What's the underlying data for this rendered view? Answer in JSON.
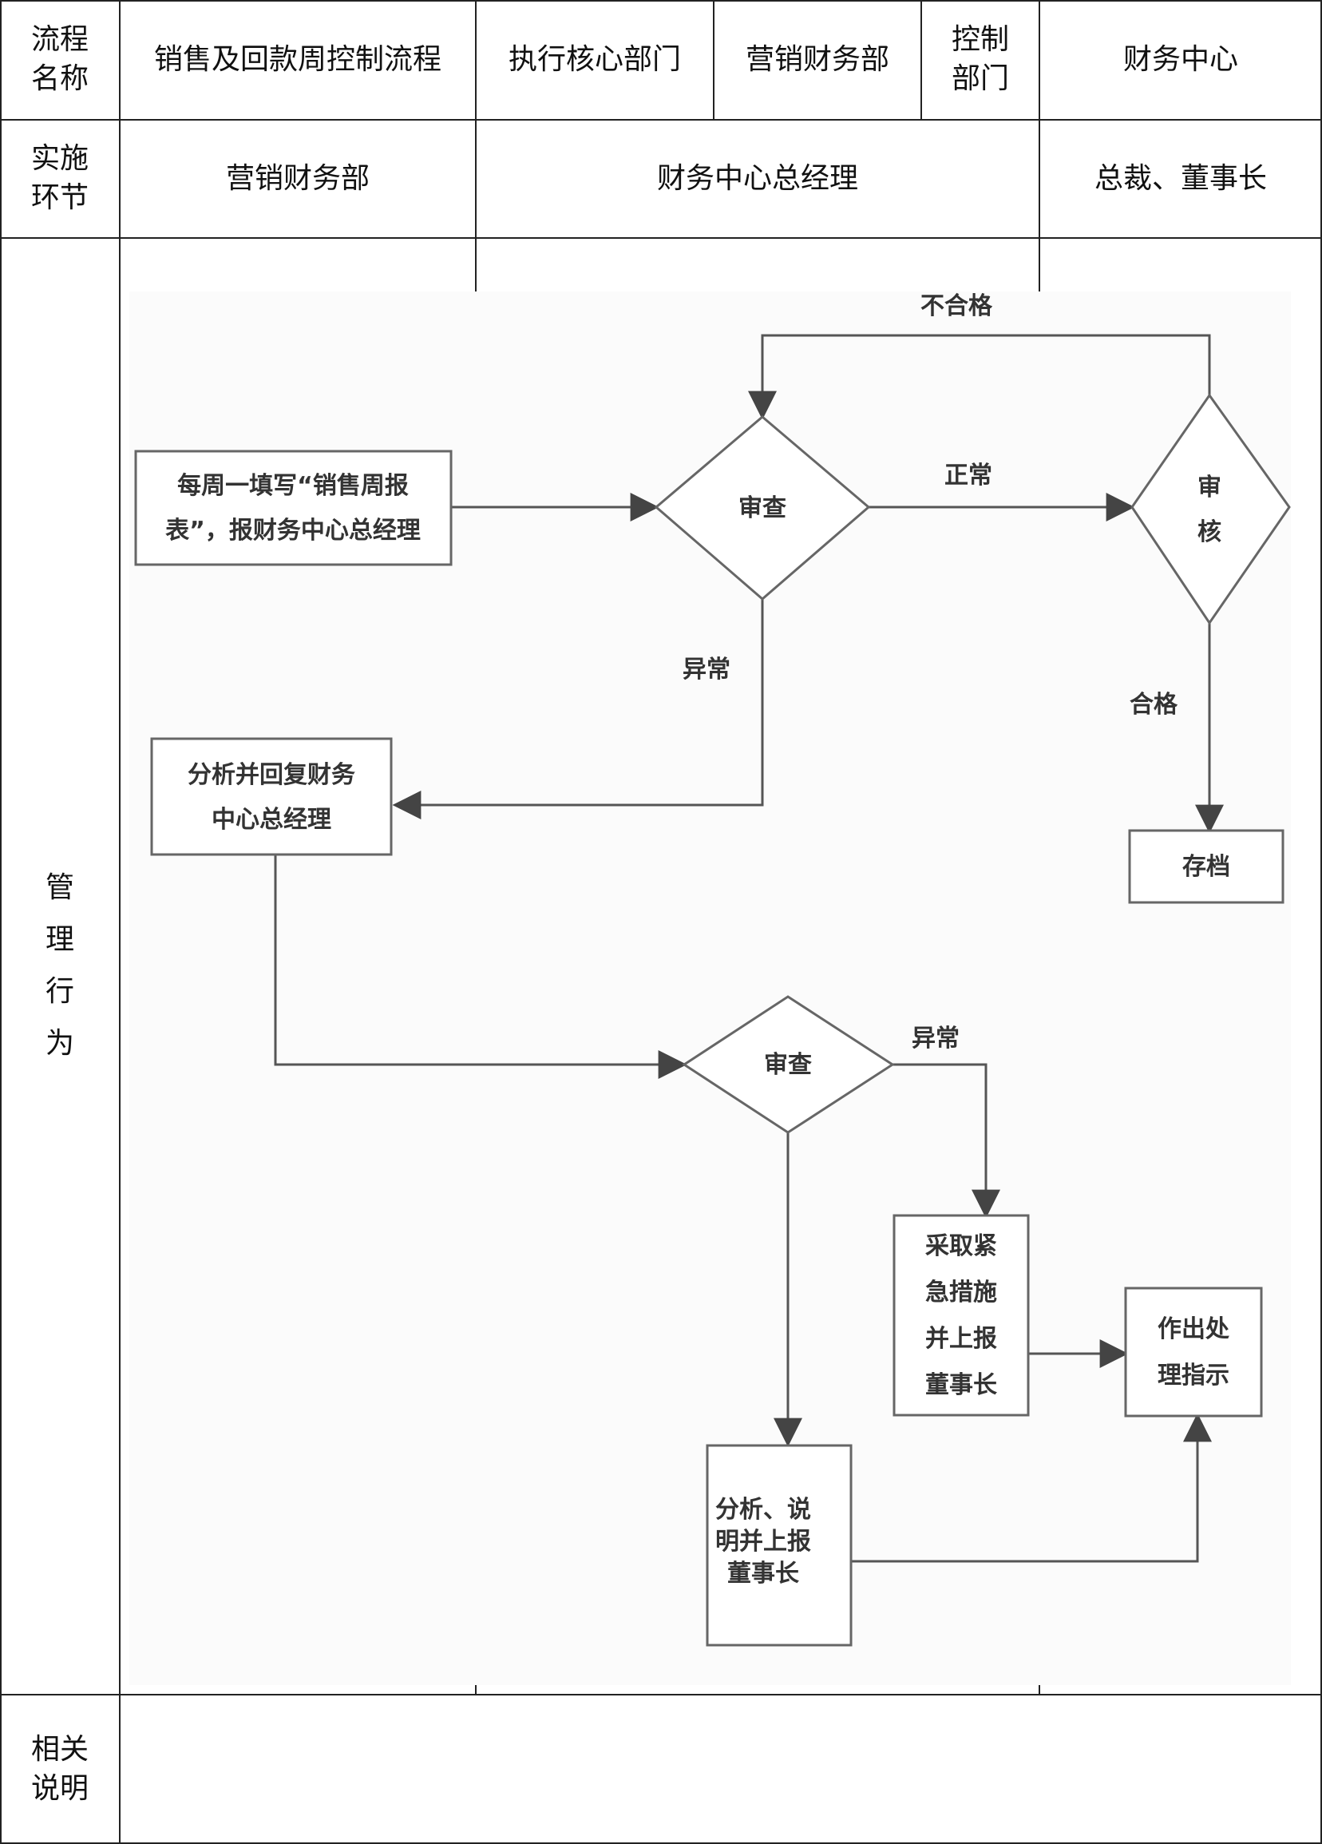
{
  "header": {
    "row1": {
      "label": "流程\n名称",
      "process_name": "销售及回款周控制流程",
      "exec_label": "执行核心部门",
      "exec_dept": "营销财务部",
      "control_label": "控制\n部门",
      "control_dept": "财务中心"
    },
    "row2": {
      "label": "实施\n环节",
      "lane1": "营销财务部",
      "lane2": "财务中心总经理",
      "lane3": "总裁、董事长"
    }
  },
  "side_label": "管\n理\n行\n为",
  "notes_label": "相关\n说明",
  "notes_text": "",
  "flow": {
    "nodes": {
      "fill_report": [
        "每周一填写“销售周报",
        "表”，报财务中心总经理"
      ],
      "review1": [
        "审查"
      ],
      "audit": [
        "审",
        "核"
      ],
      "analyze_reply": [
        "分析并回复财务",
        "中心总经理"
      ],
      "archive": [
        "存档"
      ],
      "review2": [
        "审查"
      ],
      "emergency": [
        "采取紧",
        "急措施",
        "并上报",
        "董事长"
      ],
      "instruct": [
        "作出处",
        "理指示"
      ],
      "analyze_report": [
        "分析、说",
        "明并上报",
        "董事长"
      ]
    },
    "labels": {
      "unqualified": "不合格",
      "normal": "正常",
      "abnormal1": "异常",
      "qualified": "合格",
      "abnormal2": "异常"
    }
  }
}
